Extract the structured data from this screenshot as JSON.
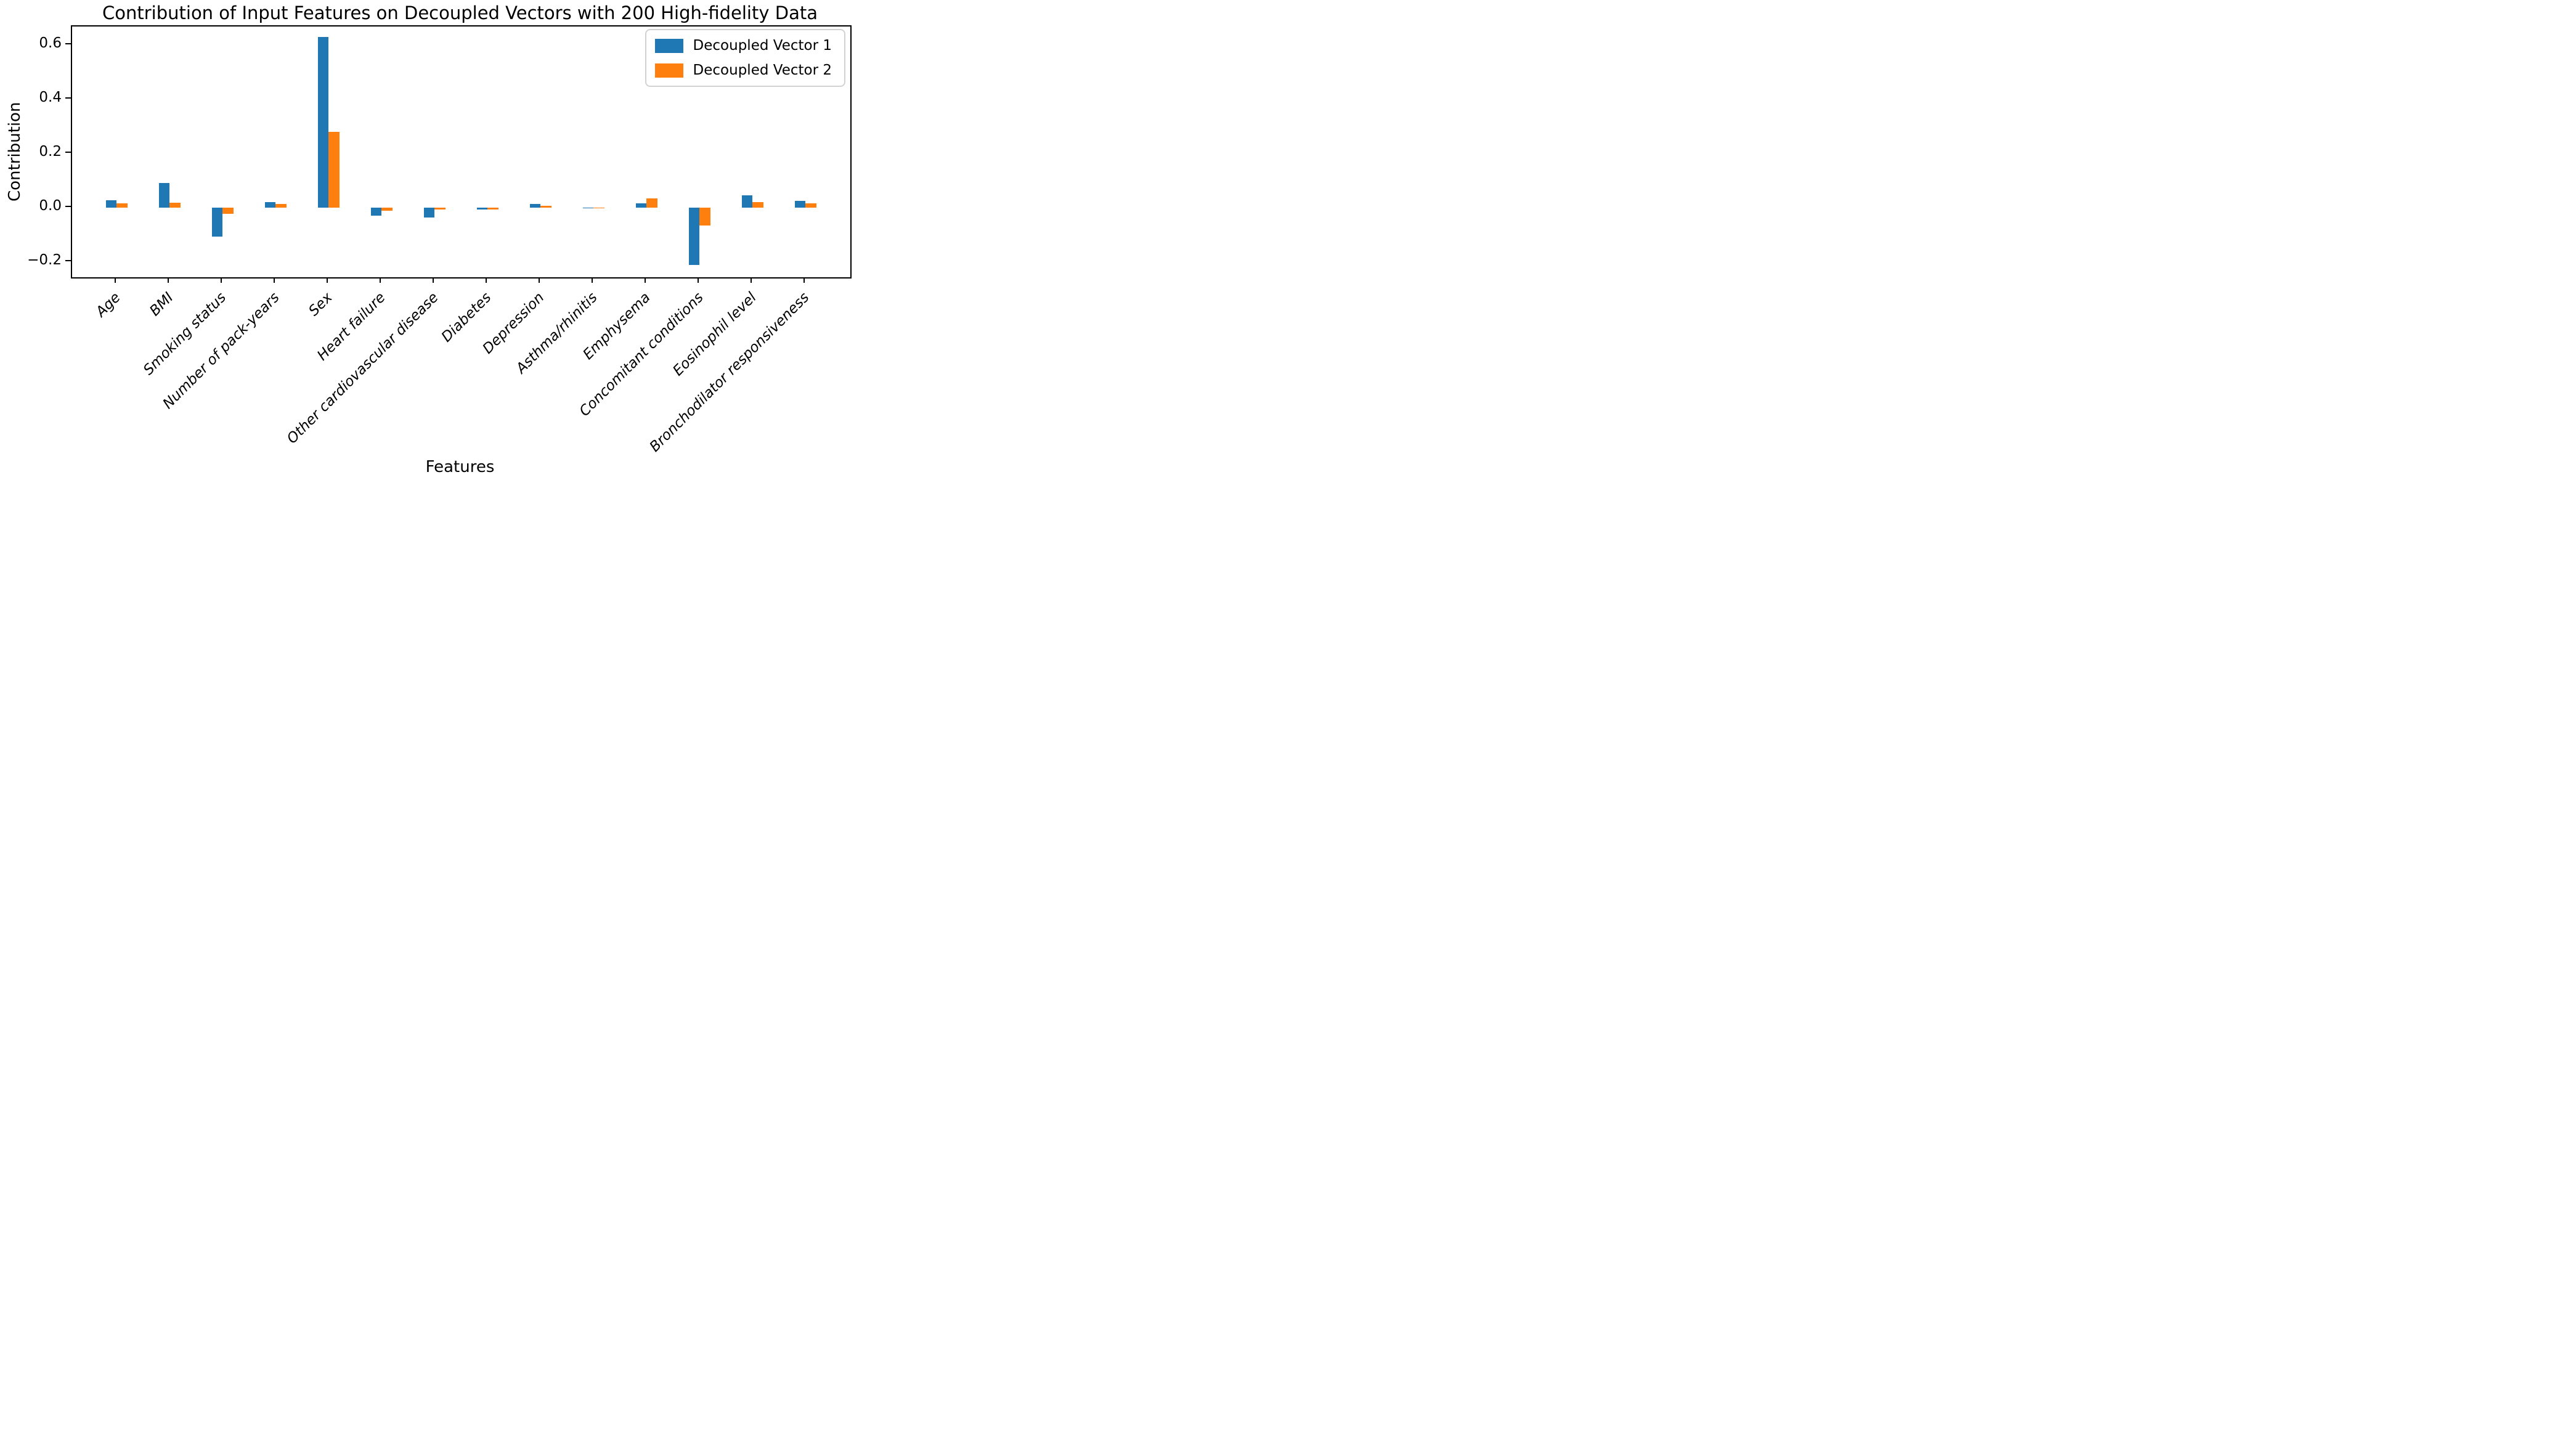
{
  "figure": {
    "title": "Contribution of Input Features on Decoupled Vectors with 200 High-fidelity Data"
  },
  "axes": {
    "ylabel": "Contribution",
    "xlabel": "Features",
    "ytick_labels": [
      "0.6",
      "0.4",
      "0.2",
      "0.0",
      "−0.2"
    ]
  },
  "legend": {
    "items": [
      {
        "label": "Decoupled Vector 1",
        "color": "#1f77b4"
      },
      {
        "label": "Decoupled Vector 2",
        "color": "#ff7f0e"
      }
    ]
  },
  "chart_data": {
    "type": "bar",
    "title": "Contribution of Input Features on Decoupled Vectors with 200 High-fidelity Data",
    "xlabel": "Features",
    "ylabel": "Contribution",
    "categories": [
      "Age",
      "BMI",
      "Smoking status",
      "Number of pack-years",
      "Sex",
      "Heart failure",
      "Other cardiovascular disease",
      "Diabetes",
      "Depression",
      "Asthma/rhinitis",
      "Emphysema",
      "Concomitant conditions",
      "Eosinophil level",
      "Bronchodilator responsiveness"
    ],
    "series": [
      {
        "name": "Decoupled Vector 1",
        "color": "#1f77b4",
        "values": [
          0.027,
          0.091,
          -0.107,
          0.019,
          0.63,
          -0.031,
          -0.038,
          -0.008,
          0.013,
          -0.003,
          0.015,
          -0.213,
          0.044,
          0.024
        ]
      },
      {
        "name": "Decoupled Vector 2",
        "color": "#ff7f0e",
        "values": [
          0.015,
          0.018,
          -0.024,
          0.012,
          0.28,
          -0.012,
          -0.007,
          -0.008,
          0.005,
          -0.001,
          0.033,
          -0.068,
          0.019,
          0.015
        ]
      }
    ],
    "yticks": [
      0.6,
      0.4,
      0.2,
      0.0,
      -0.2
    ],
    "ylim": [
      -0.258,
      0.668
    ],
    "grid": false,
    "legend_position": "upper right",
    "bar_width_fraction": 0.2,
    "xticklabel_rotation": 45,
    "xticklabel_style": "italic"
  }
}
